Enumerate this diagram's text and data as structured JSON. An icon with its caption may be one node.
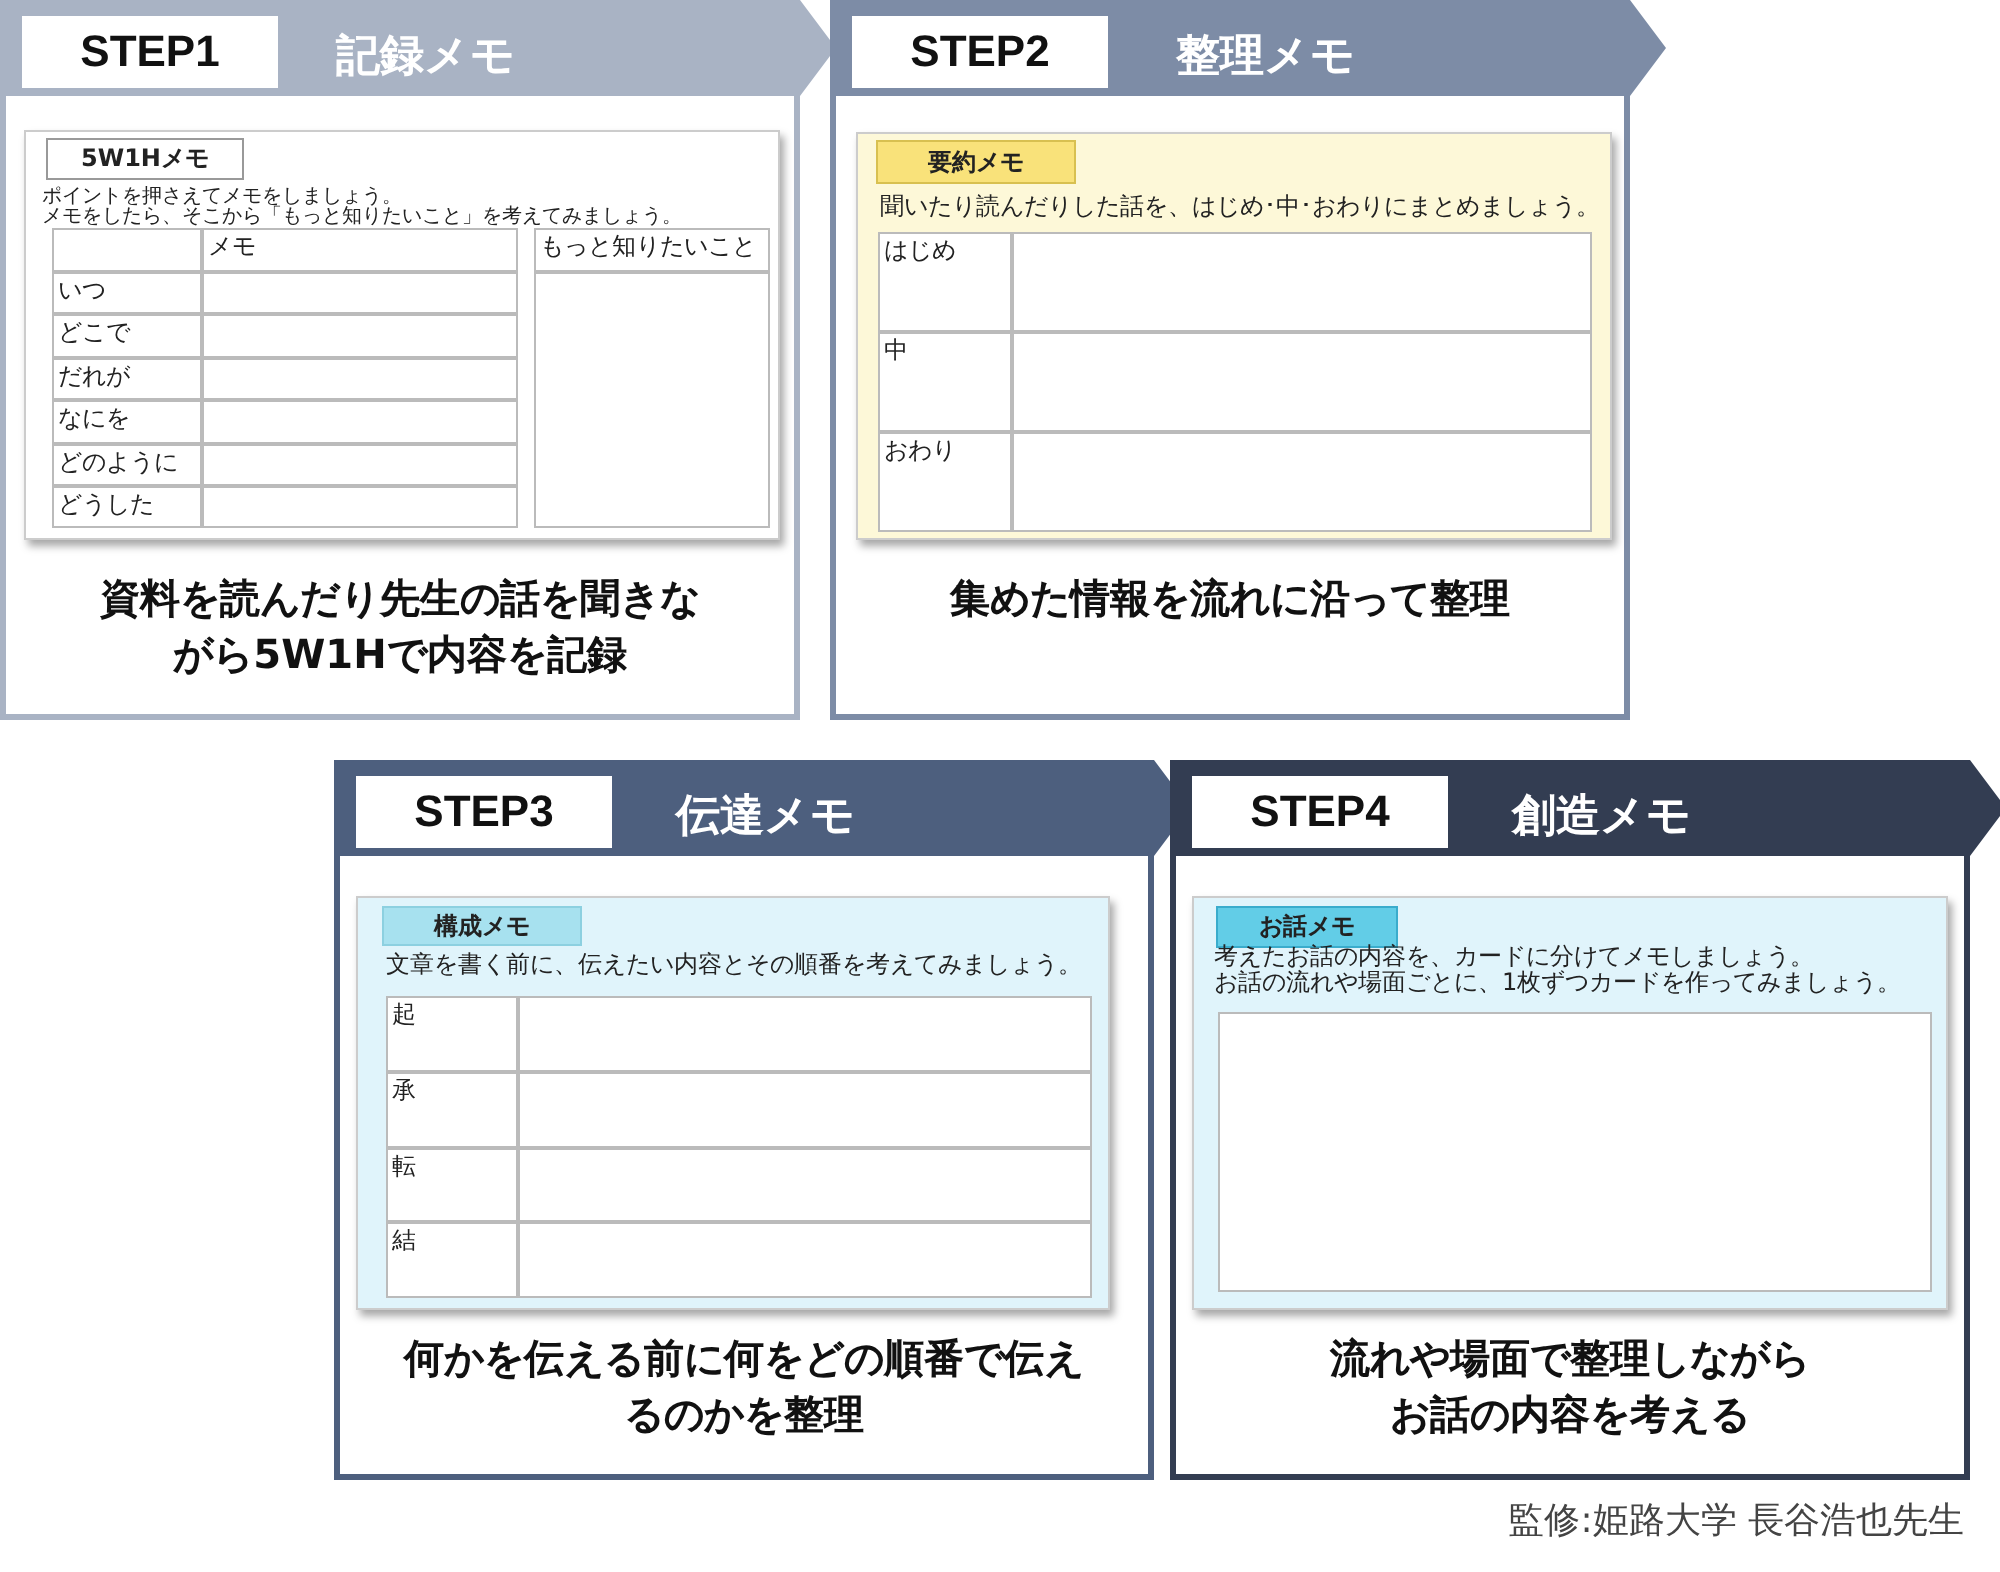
{
  "diagram": {
    "caption": "監修:姫路大学 長谷浩也先生",
    "nodes": [
      {
        "text": [
          "STEP1",
          "記録メモ",
          "資料を読んだり先生の話を聞きながら5W1Hで内容を記録"
        ]
      },
      {
        "text": [
          "5W1Hメモ",
          "ポイントを押さえてメモをしましょう。",
          "メモをしたら、そこから「もっと知りたいこと」を考えてみましょう。"
        ],
        "in": 0
      },
      {
        "text": [
          "STEP2",
          "整理メモ",
          "集めた情報を流れに沿って整理"
        ]
      },
      {
        "text": [
          "要約メモ",
          "聞いたり読んだりした話を、はじめ･中･おわりにまとめましょう。"
        ],
        "in": 2
      },
      {
        "text": [
          "STEP3",
          "伝達メモ",
          "何かを伝える前に何をどの順番で伝えるのかを整理"
        ]
      },
      {
        "text": [
          "構成メモ",
          "文章を書く前に、伝えたい内容とその順番を考えてみましょう。"
        ],
        "in": 4
      },
      {
        "text": [
          "STEP4",
          "創造メモ",
          "流れや場面で整理しながらお話の内容を考える"
        ]
      },
      {
        "text": [
          "お話メモ",
          "考えたお話の内容を、カードに分けてメモしましょう。",
          "お話の流れや場面ごとに、1枚ずつカードを作ってみましょう。"
        ],
        "in": 6
      }
    ],
    "edges": [],
    "labels": [
      "メモ",
      "もっと知りたいこと",
      "いつ",
      "どこで",
      "だれが",
      "なにを",
      "どのように",
      "どうした",
      "はじめ",
      "中",
      "おわり",
      "起",
      "承",
      "転",
      "結"
    ]
  }
}
